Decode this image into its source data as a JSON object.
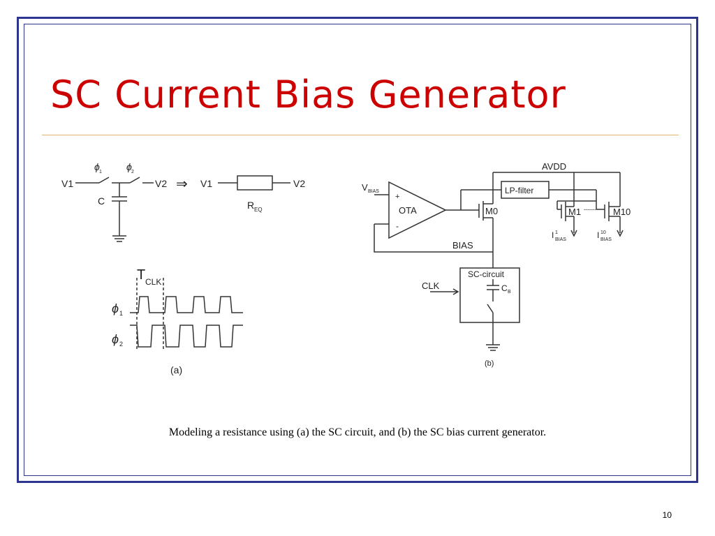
{
  "slide": {
    "title": "SC Current Bias Generator",
    "caption": "Modeling a resistance using (a) the SC circuit, and (b) the SC bias current generator.",
    "page_number": "10"
  },
  "figure_a": {
    "v1": "V1",
    "v2": "V2",
    "phi": "ϕ",
    "phi1_sub": "1",
    "phi2_sub": "2",
    "cap": "C",
    "arrow": "⇒",
    "req_main": "R",
    "req_sub": "EQ",
    "tclk_main": "T",
    "tclk_sub": "CLK",
    "label": "(a)"
  },
  "figure_b": {
    "avdd": "AVDD",
    "vbias_main": "V",
    "vbias_sub": "BIAS",
    "plus": "+",
    "minus": "-",
    "ota": "OTA",
    "lp_filter": "LP-filter",
    "m0": "M0",
    "m1": "M1",
    "m10": "M10",
    "dashes": "------",
    "i1_main": "I",
    "i1_sup": "1",
    "i1_sub": "BIAS",
    "i10_main": "I",
    "i10_sup": "10",
    "i10_sub": "BIAS",
    "bias": "BIAS",
    "sc_circuit": "SC-circuit",
    "clk": "CLK",
    "cb_main": "C",
    "cb_sub": "B",
    "label": "(b)"
  }
}
